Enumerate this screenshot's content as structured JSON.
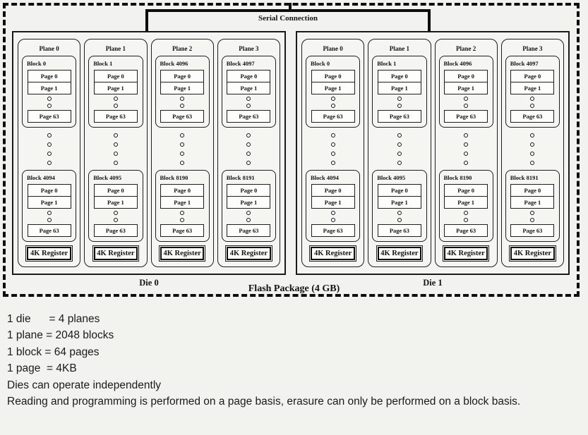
{
  "diagram": {
    "serial_connection": "Serial Connection",
    "flash_package": "Flash Package (4 GB)",
    "register": "4K Register",
    "page_rows": {
      "first": "Page 0",
      "second": "Page 1",
      "last": "Page 63"
    },
    "dies": [
      {
        "label": "Die 0",
        "planes": [
          {
            "label": "Plane 0",
            "top_block": "Block 0",
            "bottom_block": "Block 4094"
          },
          {
            "label": "Plane 1",
            "top_block": "Block 1",
            "bottom_block": "Block 4095"
          },
          {
            "label": "Plane 2",
            "top_block": "Block 4096",
            "bottom_block": "Block 8190"
          },
          {
            "label": "Plane 3",
            "top_block": "Block 4097",
            "bottom_block": "Block 8191"
          }
        ]
      },
      {
        "label": "Die 1",
        "planes": [
          {
            "label": "Plane 0",
            "top_block": "Block 0",
            "bottom_block": "Block 4094"
          },
          {
            "label": "Plane 1",
            "top_block": "Block 1",
            "bottom_block": "Block 4095"
          },
          {
            "label": "Plane 2",
            "top_block": "Block 4096",
            "bottom_block": "Block 8190"
          },
          {
            "label": "Plane 3",
            "top_block": "Block 4097",
            "bottom_block": "Block 8191"
          }
        ]
      }
    ]
  },
  "notes": {
    "lines": [
      "1 die      = 4 planes",
      "1 plane = 2048 blocks",
      "1 block = 64 pages",
      "1 page  = 4KB",
      "Dies can operate independently",
      "Reading and programming is performed on a page basis, erasure can only be performed on a block basis."
    ]
  },
  "colors": {
    "ink": "#141414",
    "background": "#f2f2ef",
    "box_fill": "#fdfdfb"
  }
}
